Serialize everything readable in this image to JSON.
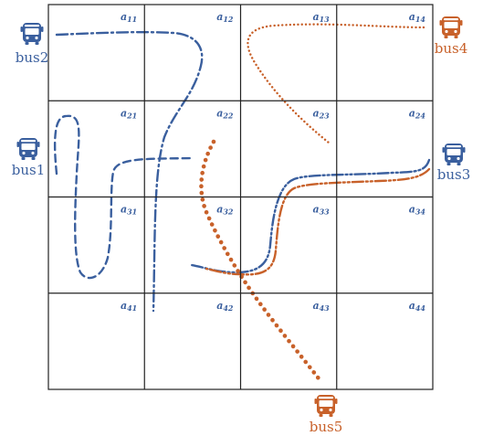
{
  "colors": {
    "blue": "#3a5f9e",
    "orange": "#c8612a",
    "grid": "#222222"
  },
  "grid": {
    "rows": 4,
    "cols": 4,
    "cells": [
      {
        "base": "a",
        "sub": "11"
      },
      {
        "base": "a",
        "sub": "12"
      },
      {
        "base": "a",
        "sub": "13"
      },
      {
        "base": "a",
        "sub": "14"
      },
      {
        "base": "a",
        "sub": "21"
      },
      {
        "base": "a",
        "sub": "22"
      },
      {
        "base": "a",
        "sub": "23"
      },
      {
        "base": "a",
        "sub": "24"
      },
      {
        "base": "a",
        "sub": "31"
      },
      {
        "base": "a",
        "sub": "32"
      },
      {
        "base": "a",
        "sub": "33"
      },
      {
        "base": "a",
        "sub": "34"
      },
      {
        "base": "a",
        "sub": "41"
      },
      {
        "base": "a",
        "sub": "42"
      },
      {
        "base": "a",
        "sub": "43"
      },
      {
        "base": "a",
        "sub": "44"
      }
    ]
  },
  "buses": [
    {
      "id": "bus1",
      "label": "bus1",
      "color": "blue",
      "icon": "bus-icon"
    },
    {
      "id": "bus2",
      "label": "bus2",
      "color": "blue",
      "icon": "bus-icon"
    },
    {
      "id": "bus3",
      "label": "bus3",
      "color": "blue",
      "icon": "bus-icon"
    },
    {
      "id": "bus4",
      "label": "bus4",
      "color": "orange",
      "icon": "bus-icon"
    },
    {
      "id": "bus5",
      "label": "bus5",
      "color": "orange",
      "icon": "bus-icon"
    }
  ]
}
